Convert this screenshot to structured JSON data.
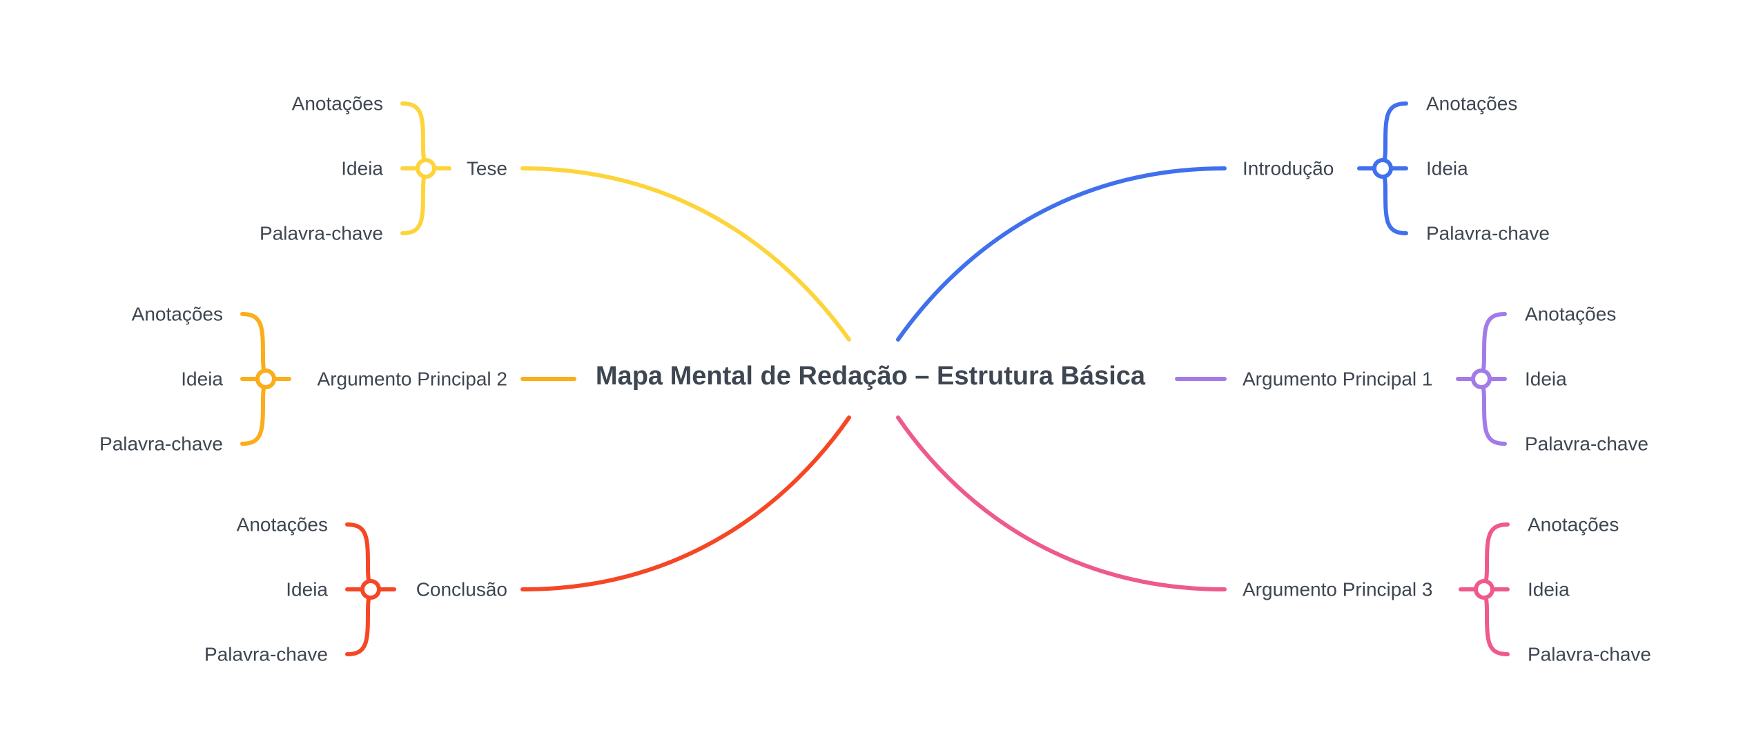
{
  "central": "Mapa Mental de Redação – Estrutura Básica",
  "branches": [
    {
      "id": "introducao",
      "label": "Introdução",
      "color": "#4070ee",
      "children": [
        "Anotações",
        "Ideia",
        "Palavra-chave"
      ]
    },
    {
      "id": "argumento-1",
      "label": "Argumento Principal 1",
      "color": "#a27be8",
      "children": [
        "Anotações",
        "Ideia",
        "Palavra-chave"
      ]
    },
    {
      "id": "argumento-3",
      "label": "Argumento Principal 3",
      "color": "#ee5a8c",
      "children": [
        "Anotações",
        "Ideia",
        "Palavra-chave"
      ]
    },
    {
      "id": "tese",
      "label": "Tese",
      "color": "#fdd43a",
      "children": [
        "Anotações",
        "Ideia",
        "Palavra-chave"
      ]
    },
    {
      "id": "argumento-2",
      "label": "Argumento Principal 2",
      "color": "#fbad1a",
      "children": [
        "Anotações",
        "Ideia",
        "Palavra-chave"
      ]
    },
    {
      "id": "conclusao",
      "label": "Conclusão",
      "color": "#f64725",
      "children": [
        "Anotações",
        "Ideia",
        "Palavra-chave"
      ]
    }
  ]
}
